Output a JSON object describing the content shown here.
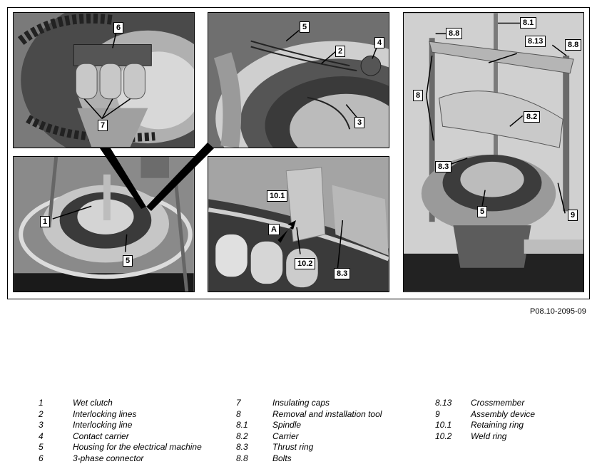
{
  "figure": {
    "reference": "P08.10-2095-09",
    "callouts": {
      "tl": [
        "6",
        "7"
      ],
      "bl": [
        "1",
        "5"
      ],
      "tm": [
        "5",
        "2",
        "4",
        "3"
      ],
      "bm": [
        "10.1",
        "A",
        "10.2",
        "8.3"
      ],
      "right": [
        "8.1",
        "8.8",
        "8.13",
        "8.8",
        "8",
        "8.2",
        "8.3",
        "5",
        "9"
      ]
    }
  },
  "legend": {
    "col1": [
      {
        "num": "1",
        "text": "Wet clutch"
      },
      {
        "num": "2",
        "text": "Interlocking lines"
      },
      {
        "num": "3",
        "text": "Interlocking line"
      },
      {
        "num": "4",
        "text": "Contact carrier"
      },
      {
        "num": "5",
        "text": "Housing for the electrical machine"
      },
      {
        "num": "6",
        "text": "3-phase connector"
      }
    ],
    "col2": [
      {
        "num": "7",
        "text": "Insulating caps"
      },
      {
        "num": "8",
        "text": "Removal and installation tool"
      },
      {
        "num": "8.1",
        "text": "Spindle"
      },
      {
        "num": "8.2",
        "text": "Carrier"
      },
      {
        "num": "8.3",
        "text": "Thrust ring"
      },
      {
        "num": "8.8",
        "text": "Bolts"
      }
    ],
    "col3": [
      {
        "num": "8.13",
        "text": "Crossmember"
      },
      {
        "num": "9",
        "text": "Assembly device"
      },
      {
        "num": "10.1",
        "text": "Retaining ring"
      },
      {
        "num": "10.2",
        "text": "Weld ring"
      }
    ]
  }
}
